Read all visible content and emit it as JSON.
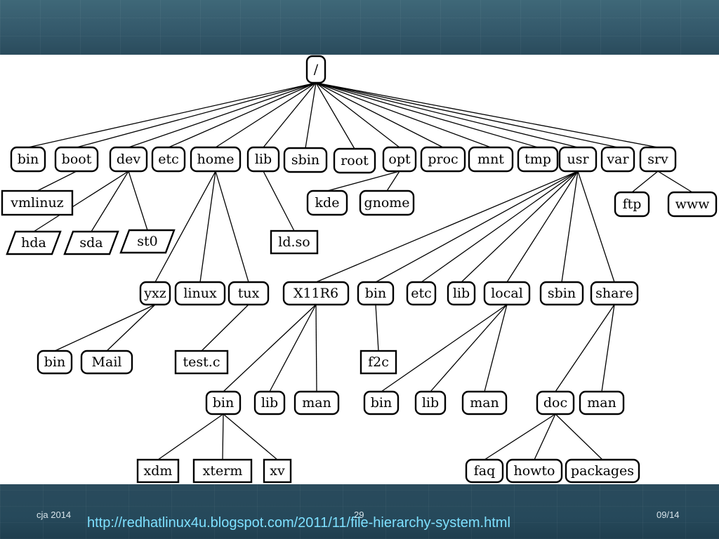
{
  "footer": {
    "author": "cja 2014",
    "slide_number": "29",
    "date": "09/14",
    "source_url": "http://redhatlinux4u.blogspot.com/2011/11/file-hierarchy-system.html"
  },
  "nodes": [
    {
      "id": "root",
      "label": "/",
      "shape": "rounded"
    },
    {
      "id": "bin",
      "label": "bin",
      "shape": "rounded"
    },
    {
      "id": "boot",
      "label": "boot",
      "shape": "rounded"
    },
    {
      "id": "dev",
      "label": "dev",
      "shape": "rounded"
    },
    {
      "id": "etc",
      "label": "etc",
      "shape": "rounded"
    },
    {
      "id": "home",
      "label": "home",
      "shape": "rounded"
    },
    {
      "id": "lib",
      "label": "lib",
      "shape": "rounded"
    },
    {
      "id": "sbin",
      "label": "sbin",
      "shape": "rounded"
    },
    {
      "id": "rootdir",
      "label": "root",
      "shape": "rounded"
    },
    {
      "id": "opt",
      "label": "opt",
      "shape": "rounded"
    },
    {
      "id": "proc",
      "label": "proc",
      "shape": "rounded"
    },
    {
      "id": "mnt",
      "label": "mnt",
      "shape": "rounded"
    },
    {
      "id": "tmp",
      "label": "tmp",
      "shape": "rounded"
    },
    {
      "id": "usr",
      "label": "usr",
      "shape": "rounded"
    },
    {
      "id": "var",
      "label": "var",
      "shape": "rounded"
    },
    {
      "id": "srv",
      "label": "srv",
      "shape": "rounded"
    },
    {
      "id": "vmlinuz",
      "label": "vmlinuz",
      "shape": "rect"
    },
    {
      "id": "hda",
      "label": "hda",
      "shape": "parallelogram"
    },
    {
      "id": "sda",
      "label": "sda",
      "shape": "parallelogram"
    },
    {
      "id": "st0",
      "label": "st0",
      "shape": "parallelogram"
    },
    {
      "id": "ldso",
      "label": "ld.so",
      "shape": "rect"
    },
    {
      "id": "kde",
      "label": "kde",
      "shape": "rounded"
    },
    {
      "id": "gnome",
      "label": "gnome",
      "shape": "rounded"
    },
    {
      "id": "ftp",
      "label": "ftp",
      "shape": "rounded"
    },
    {
      "id": "www",
      "label": "www",
      "shape": "rounded"
    },
    {
      "id": "yxz",
      "label": "yxz",
      "shape": "rounded"
    },
    {
      "id": "linux",
      "label": "linux",
      "shape": "rounded"
    },
    {
      "id": "tux",
      "label": "tux",
      "shape": "rounded"
    },
    {
      "id": "x11r6",
      "label": "X11R6",
      "shape": "rounded"
    },
    {
      "id": "ubin",
      "label": "bin",
      "shape": "rounded"
    },
    {
      "id": "uetc",
      "label": "etc",
      "shape": "rounded"
    },
    {
      "id": "ulib",
      "label": "lib",
      "shape": "rounded"
    },
    {
      "id": "local",
      "label": "local",
      "shape": "rounded"
    },
    {
      "id": "usbin",
      "label": "sbin",
      "shape": "rounded"
    },
    {
      "id": "share",
      "label": "share",
      "shape": "rounded"
    },
    {
      "id": "ybin",
      "label": "bin",
      "shape": "rounded"
    },
    {
      "id": "mail",
      "label": "Mail",
      "shape": "rounded"
    },
    {
      "id": "testc",
      "label": "test.c",
      "shape": "rect"
    },
    {
      "id": "f2c",
      "label": "f2c",
      "shape": "rect"
    },
    {
      "id": "xbin",
      "label": "bin",
      "shape": "rounded"
    },
    {
      "id": "xlib",
      "label": "lib",
      "shape": "rounded"
    },
    {
      "id": "xman",
      "label": "man",
      "shape": "rounded"
    },
    {
      "id": "lbin",
      "label": "bin",
      "shape": "rounded"
    },
    {
      "id": "llib",
      "label": "lib",
      "shape": "rounded"
    },
    {
      "id": "lman",
      "label": "man",
      "shape": "rounded"
    },
    {
      "id": "doc",
      "label": "doc",
      "shape": "rounded"
    },
    {
      "id": "sman",
      "label": "man",
      "shape": "rounded"
    },
    {
      "id": "xdm",
      "label": "xdm",
      "shape": "rect"
    },
    {
      "id": "xterm",
      "label": "xterm",
      "shape": "rect"
    },
    {
      "id": "xv",
      "label": "xv",
      "shape": "rect"
    },
    {
      "id": "faq",
      "label": "faq",
      "shape": "rounded"
    },
    {
      "id": "howto",
      "label": "howto",
      "shape": "rounded"
    },
    {
      "id": "packages",
      "label": "packages",
      "shape": "rounded"
    }
  ],
  "edges": [
    [
      "root",
      "bin"
    ],
    [
      "root",
      "boot"
    ],
    [
      "root",
      "dev"
    ],
    [
      "root",
      "etc"
    ],
    [
      "root",
      "home"
    ],
    [
      "root",
      "lib"
    ],
    [
      "root",
      "sbin"
    ],
    [
      "root",
      "rootdir"
    ],
    [
      "root",
      "opt"
    ],
    [
      "root",
      "proc"
    ],
    [
      "root",
      "mnt"
    ],
    [
      "root",
      "tmp"
    ],
    [
      "root",
      "usr"
    ],
    [
      "root",
      "var"
    ],
    [
      "root",
      "srv"
    ],
    [
      "boot",
      "vmlinuz"
    ],
    [
      "dev",
      "hda"
    ],
    [
      "dev",
      "sda"
    ],
    [
      "dev",
      "st0"
    ],
    [
      "lib",
      "ldso"
    ],
    [
      "opt",
      "kde"
    ],
    [
      "opt",
      "gnome"
    ],
    [
      "srv",
      "ftp"
    ],
    [
      "srv",
      "www"
    ],
    [
      "home",
      "yxz"
    ],
    [
      "home",
      "linux"
    ],
    [
      "home",
      "tux"
    ],
    [
      "usr",
      "x11r6"
    ],
    [
      "usr",
      "ubin"
    ],
    [
      "usr",
      "uetc"
    ],
    [
      "usr",
      "ulib"
    ],
    [
      "usr",
      "local"
    ],
    [
      "usr",
      "usbin"
    ],
    [
      "usr",
      "share"
    ],
    [
      "yxz",
      "ybin"
    ],
    [
      "yxz",
      "mail"
    ],
    [
      "tux",
      "testc"
    ],
    [
      "ubin",
      "f2c"
    ],
    [
      "x11r6",
      "xbin"
    ],
    [
      "x11r6",
      "xlib"
    ],
    [
      "x11r6",
      "xman"
    ],
    [
      "local",
      "lbin"
    ],
    [
      "local",
      "llib"
    ],
    [
      "local",
      "lman"
    ],
    [
      "share",
      "doc"
    ],
    [
      "share",
      "sman"
    ],
    [
      "xbin",
      "xdm"
    ],
    [
      "xbin",
      "xterm"
    ],
    [
      "xbin",
      "xv"
    ],
    [
      "doc",
      "faq"
    ],
    [
      "doc",
      "howto"
    ],
    [
      "doc",
      "packages"
    ]
  ]
}
